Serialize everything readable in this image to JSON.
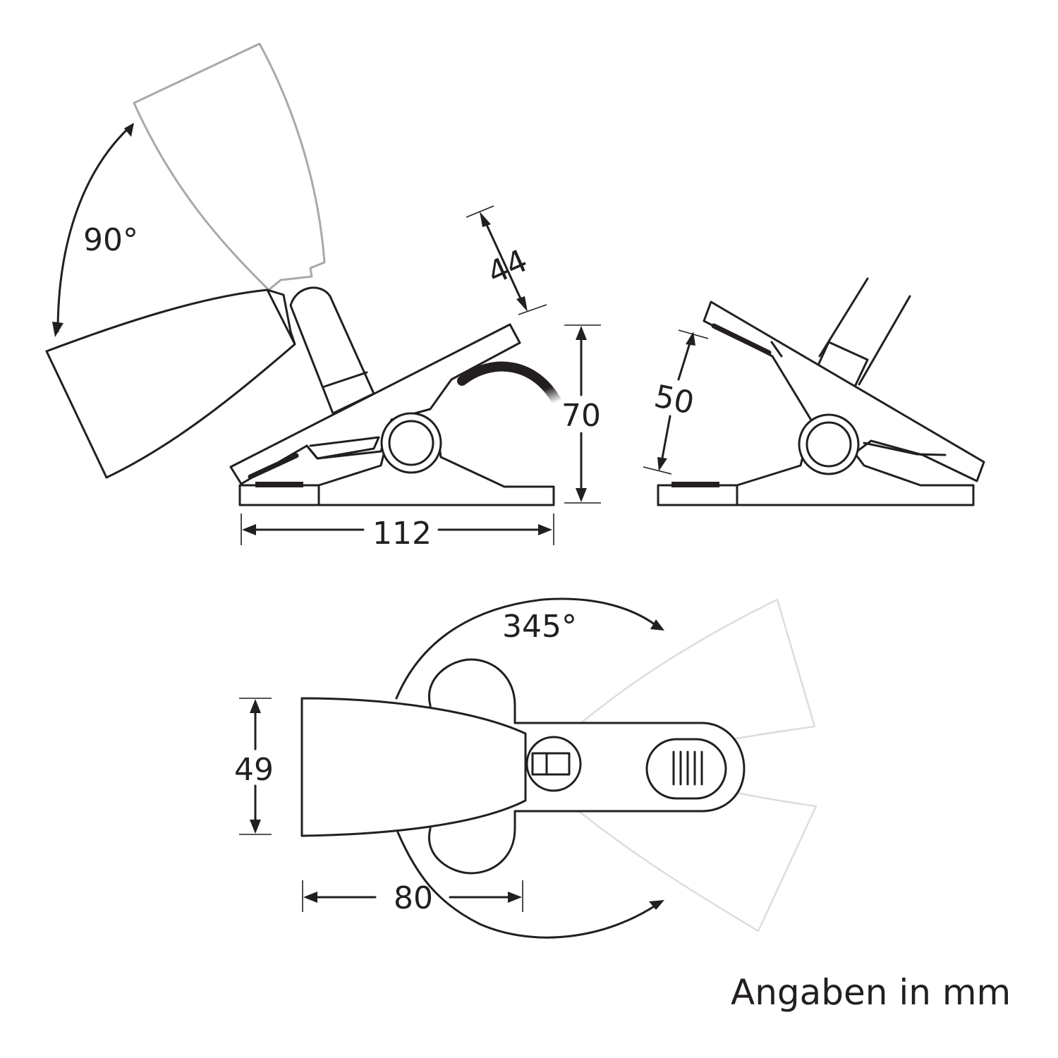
{
  "dimensions": {
    "tilt_angle": "90°",
    "depth_44": "44",
    "height_70": "70",
    "length_112": "112",
    "depth_50": "50",
    "rotation_angle": "345°",
    "width_49": "49",
    "length_80": "80"
  },
  "note": "Angaben in mm",
  "colors": {
    "line": "#231f20",
    "ghost": "#a7a9ac",
    "faint": "#dcddde"
  }
}
